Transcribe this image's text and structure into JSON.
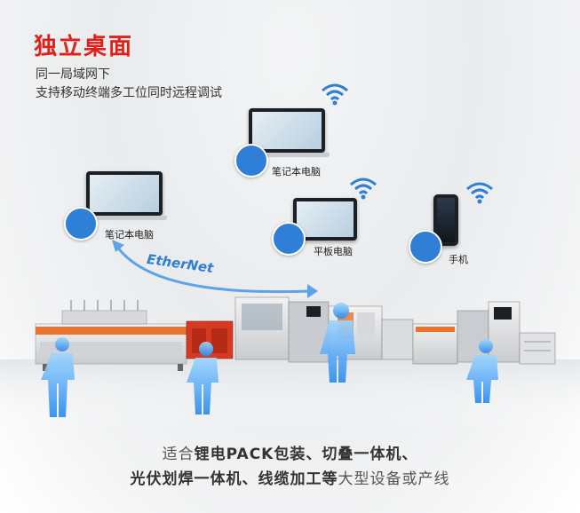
{
  "heading": {
    "title": "独立桌面",
    "line1": "同一局域网下",
    "line2": "支持移动终端多工位同时远程调试"
  },
  "devices": {
    "laptop_top": {
      "label": "笔记本电脑"
    },
    "laptop_left": {
      "label": "笔记本电脑"
    },
    "tablet": {
      "label": "平板电脑"
    },
    "phone": {
      "label": "手机"
    }
  },
  "network": {
    "label": "EtherNet"
  },
  "footer": {
    "line1_prefix": "适合",
    "line1_bold": "锂电PACK包装、切叠一体机、",
    "line2_bold": "光伏划焊一体机、线缆加工等",
    "line2_suffix": "大型设备或产线"
  },
  "colors": {
    "title": "#e0201b",
    "accent": "#2f7fd6"
  }
}
